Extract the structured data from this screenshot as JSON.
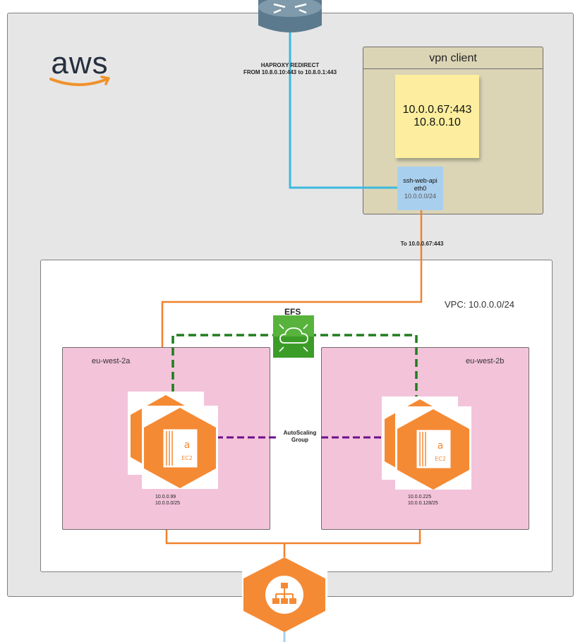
{
  "cloud": {
    "provider_logo_text": "aws"
  },
  "vpn": {
    "title": "vpn client",
    "sticky_line1": "10.0.0.67:443",
    "sticky_line2": "10.8.0.10",
    "iface_name": "ssh-web-api",
    "iface_dev": "eth0",
    "iface_cidr": "10.0.0.0/24"
  },
  "links": {
    "haproxy_line1": "HAPROXY REDIRECT",
    "haproxy_line2": "FROM 10.8.0.10:443 to 10.8.0.1:443",
    "to_target": "To 10.0.0.67:443"
  },
  "vpc": {
    "label": "VPC: 10.0.0.0/24"
  },
  "efs": {
    "label": "EFS"
  },
  "zones": [
    {
      "name": "eu-west-2a",
      "ip": "10.0.0.99",
      "subnet": "10.0.0.0/25"
    },
    {
      "name": "eu-west-2b",
      "ip": "10.0.0.225",
      "subnet": "10.0.0.128/25"
    }
  ],
  "asg": {
    "line1": "AutoScaling",
    "line2": "Group"
  },
  "ec2": {
    "label": "EC2"
  },
  "colors": {
    "orange": "#f0822e",
    "cyan": "#3cb9df",
    "green": "#1e7e1e",
    "purple": "#6e0f8c",
    "ec2_orange": "#f58a34"
  },
  "icons": [
    "router-icon",
    "aws-logo",
    "efs-icon",
    "ec2-icon",
    "load-balancer-icon"
  ]
}
